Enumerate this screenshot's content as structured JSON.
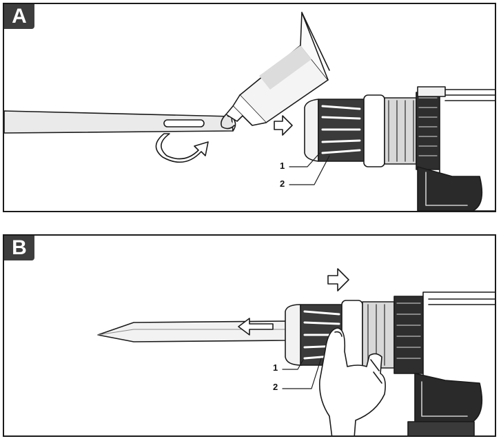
{
  "panels": [
    {
      "label": "A",
      "callouts": [
        "1",
        "2"
      ]
    },
    {
      "label": "B",
      "callouts": [
        "1",
        "2"
      ]
    }
  ]
}
